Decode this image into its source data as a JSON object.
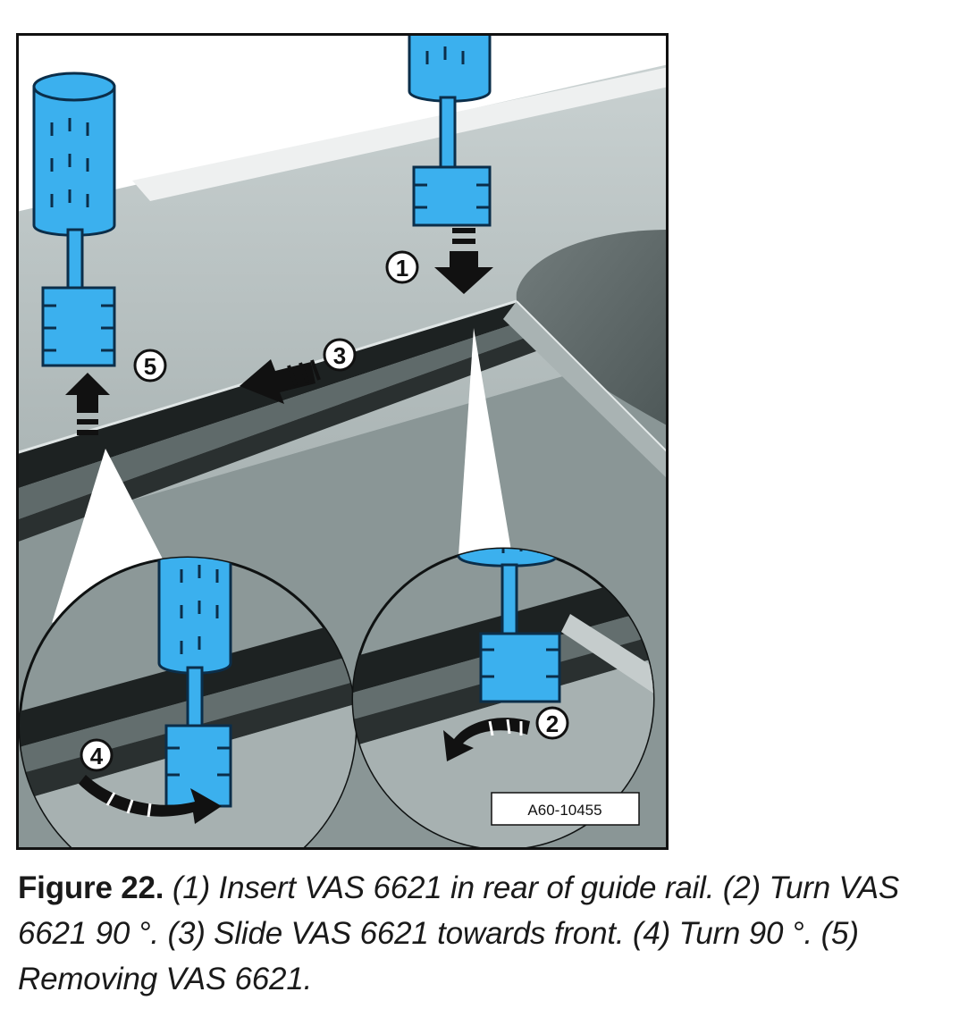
{
  "figure": {
    "step_markers": [
      "1",
      "2",
      "3",
      "4",
      "5"
    ],
    "part_code": "A60-10455",
    "tool_color": "#3bb0ee",
    "tool_outline": "#0b2e4a"
  },
  "caption": {
    "label": "Figure 22.",
    "text": " (1) Insert VAS 6621 in rear of guide rail. (2) Turn VAS 6621 90 °. (3) Slide VAS 6621 towards front. (4) Turn 90 °. (5) Removing VAS 6621."
  }
}
